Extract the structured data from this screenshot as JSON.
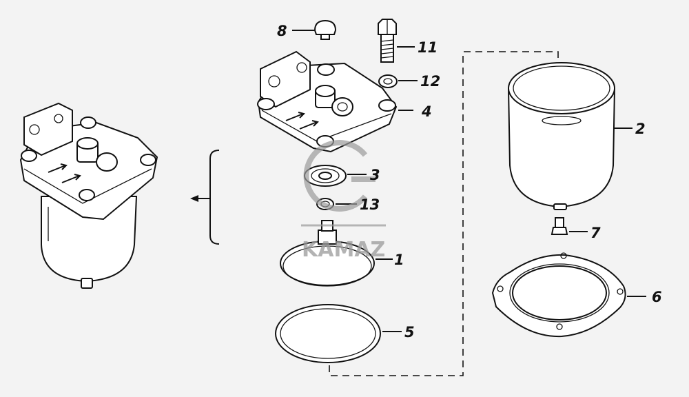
{
  "labels": {
    "l1": "1",
    "l2": "2",
    "l3": "3",
    "l4": "4",
    "l5": "5",
    "l6": "6",
    "l7": "7",
    "l8": "8",
    "l11": "11",
    "l12": "12",
    "l13": "13"
  },
  "watermark": {
    "text": "KAMAZ"
  },
  "colors": {
    "background": "#f3f3f3",
    "line": "#111111",
    "watermark": "#9a9a9a"
  }
}
